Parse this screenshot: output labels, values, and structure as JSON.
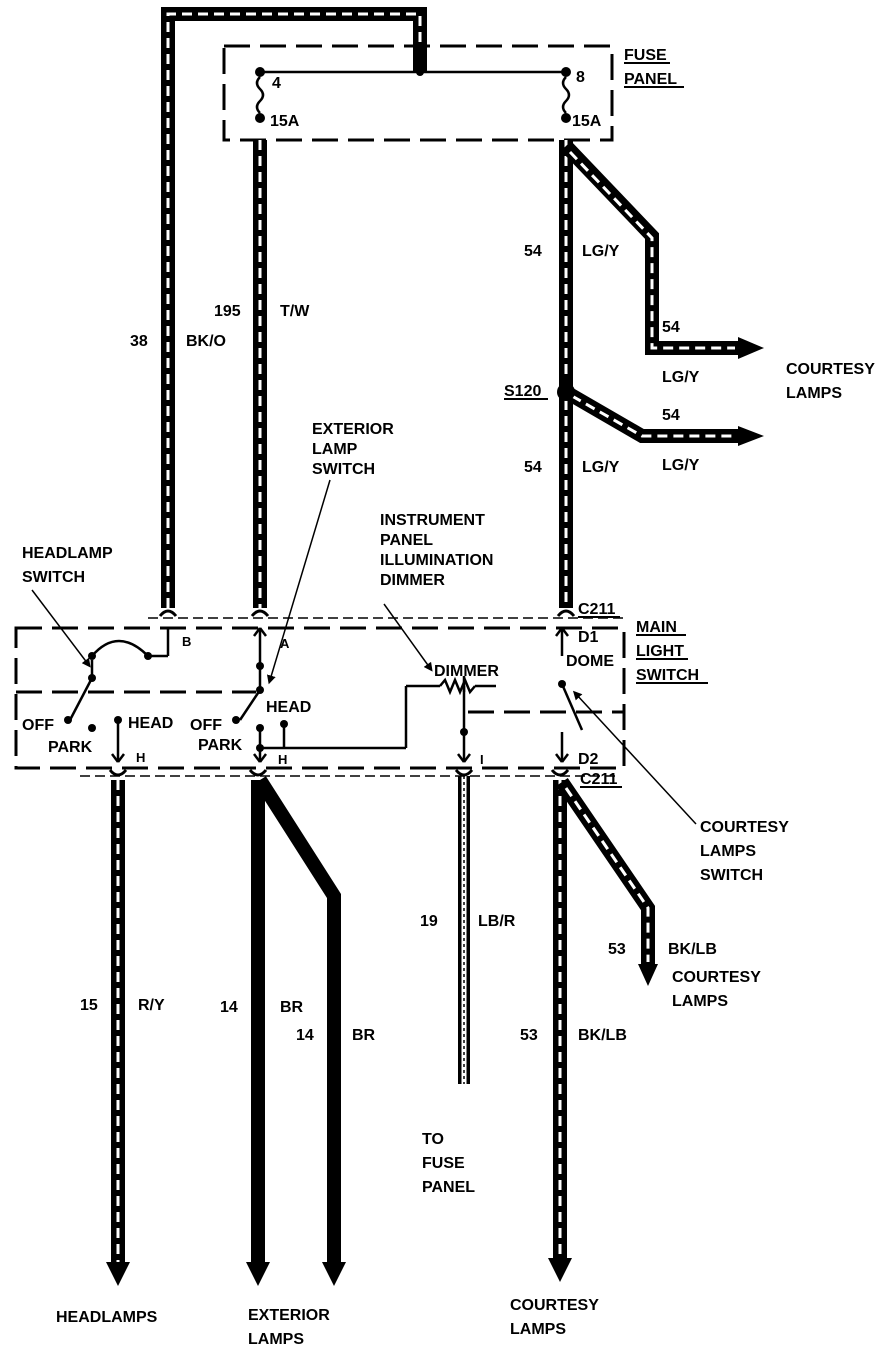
{
  "fuse_panel": {
    "title_line1": "FUSE",
    "title_line2": "PANEL",
    "fuse_left_number": "4",
    "fuse_left_rating": "15A",
    "fuse_right_number": "8",
    "fuse_right_rating": "15A"
  },
  "main_light_switch": {
    "title_line1": "MAIN",
    "title_line2": "LIGHT",
    "title_line3": "SWITCH",
    "connector_top": "C211",
    "connector_bottom": "C211",
    "pin_b": "B",
    "pin_a": "A",
    "pin_d1": "D1",
    "pin_d2": "D2",
    "pin_h_left": "H",
    "pin_h_right": "H",
    "pin_i": "I",
    "dome": "DOME",
    "dimmer": "DIMMER",
    "off_left": "OFF",
    "park_left": "PARK",
    "head_left": "HEAD",
    "off_right": "OFF",
    "park_right": "PARK",
    "head_right": "HEAD"
  },
  "callouts": {
    "headlamp_switch_1": "HEADLAMP",
    "headlamp_switch_2": "SWITCH",
    "exterior_lamp_switch_1": "EXTERIOR",
    "exterior_lamp_switch_2": "LAMP",
    "exterior_lamp_switch_3": "SWITCH",
    "ip_dimmer_1": "INSTRUMENT",
    "ip_dimmer_2": "PANEL",
    "ip_dimmer_3": "ILLUMINATION",
    "ip_dimmer_4": "DIMMER",
    "courtesy_switch_1": "COURTESY",
    "courtesy_switch_2": "LAMPS",
    "courtesy_switch_3": "SWITCH"
  },
  "splice": {
    "label": "S120"
  },
  "wires": {
    "w38_num": "38",
    "w38_color": "BK/O",
    "w195_num": "195",
    "w195_color": "T/W",
    "w54_top_num": "54",
    "w54_top_color": "LG/Y",
    "w54_branch1_num": "54",
    "w54_branch1_color": "LG/Y",
    "w54_branch2_num": "54",
    "w54_branch2_color": "LG/Y",
    "w54_mid_num": "54",
    "w54_mid_color": "LG/Y",
    "w15_num": "15",
    "w15_color": "R/Y",
    "w14a_num": "14",
    "w14a_color": "BR",
    "w14b_num": "14",
    "w14b_color": "BR",
    "w19_num": "19",
    "w19_color": "LB/R",
    "w53_branch_num": "53",
    "w53_branch_color": "BK/LB",
    "w53_num": "53",
    "w53_color": "BK/LB"
  },
  "destinations": {
    "courtesy_top_1": "COURTESY",
    "courtesy_top_2": "LAMPS",
    "courtesy_mid_1": "COURTESY",
    "courtesy_mid_2": "LAMPS",
    "to_fuse_1": "TO",
    "to_fuse_2": "FUSE",
    "to_fuse_3": "PANEL",
    "headlamps": "HEADLAMPS",
    "exterior_1": "EXTERIOR",
    "exterior_2": "LAMPS",
    "courtesy_bottom_1": "COURTESY",
    "courtesy_bottom_2": "LAMPS"
  }
}
